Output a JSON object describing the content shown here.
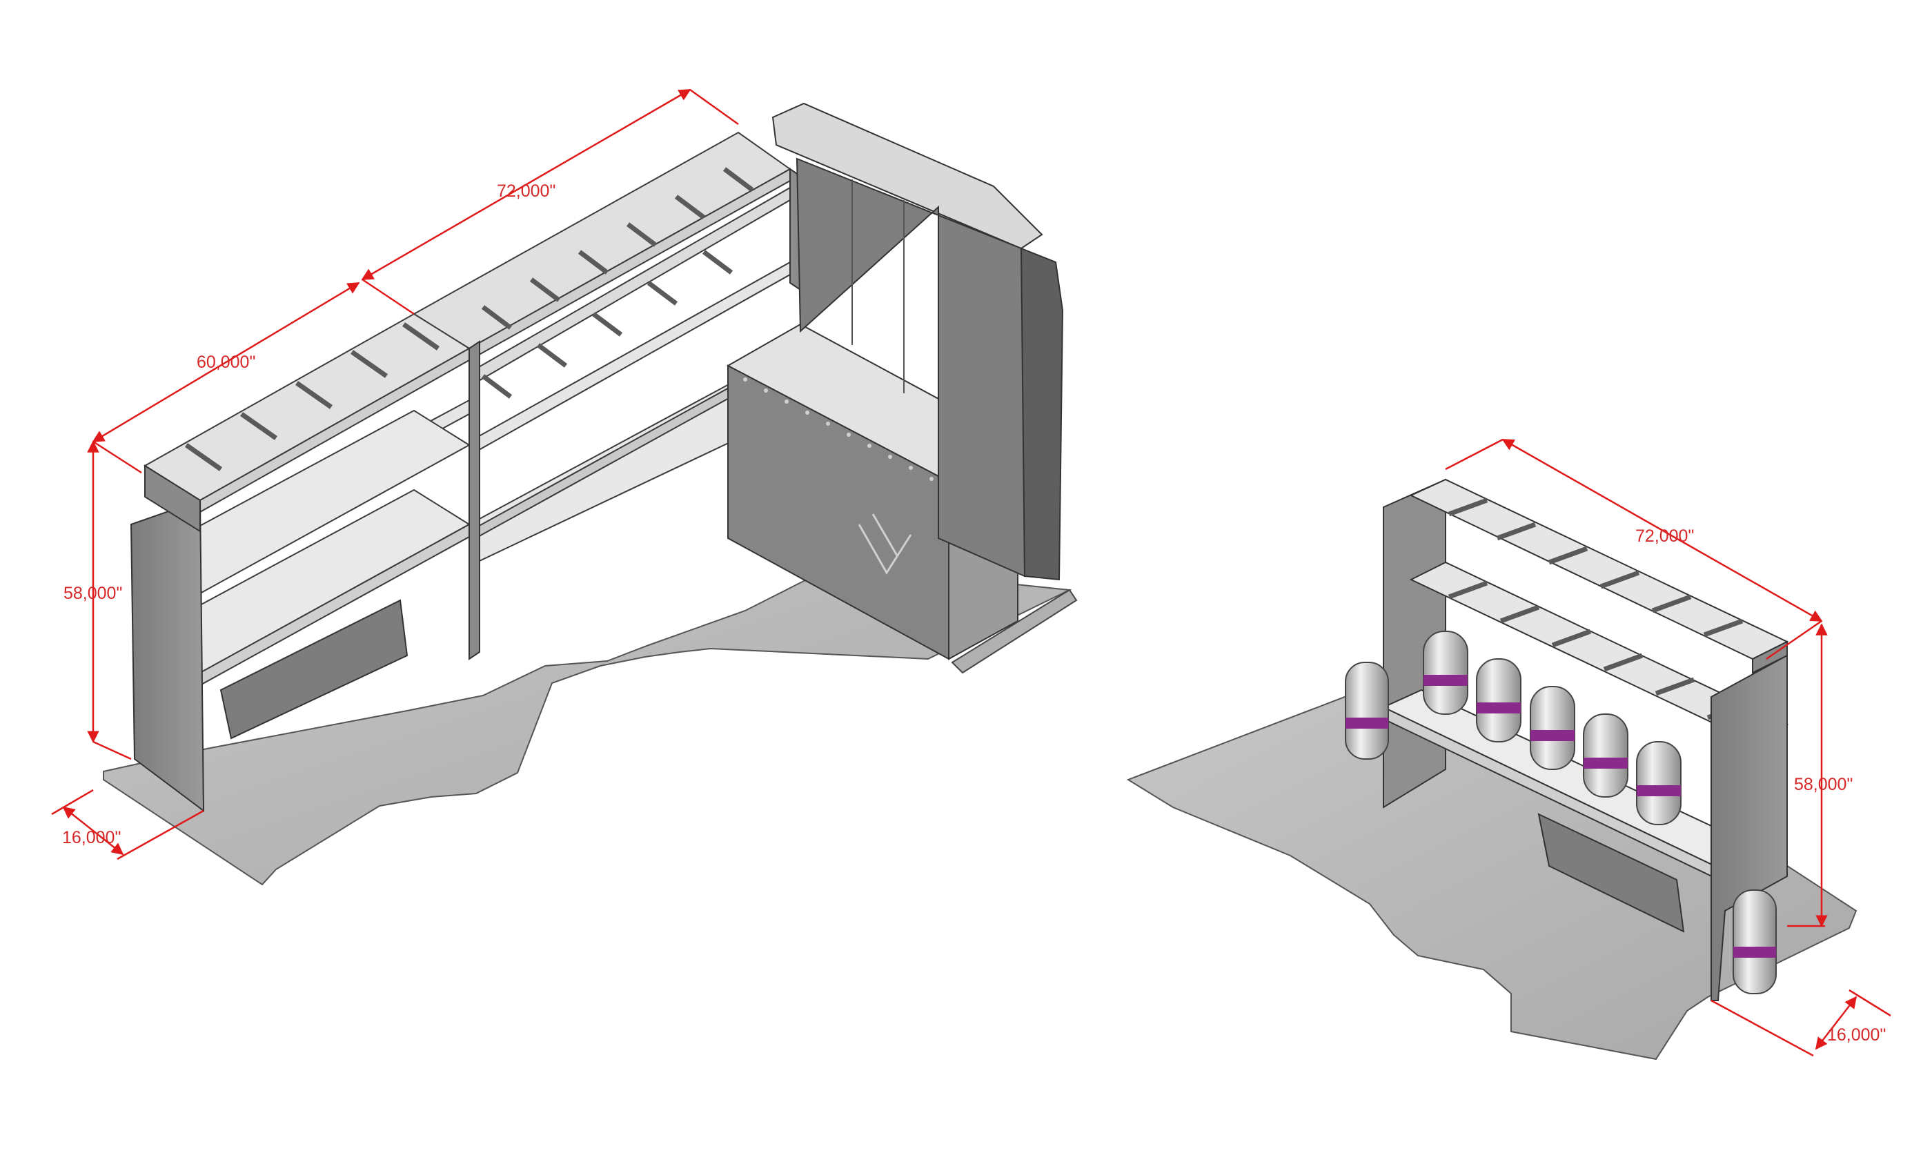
{
  "diagram": {
    "left_assembly": {
      "dimensions": {
        "length_rear": "72,000\"",
        "length_front": "60,000\"",
        "height": "58,000\"",
        "depth": "16,000\""
      }
    },
    "right_assembly": {
      "dimensions": {
        "length": "72,000\"",
        "height": "58,000\"",
        "depth": "16,000\""
      }
    },
    "colors": {
      "dimension": "#e01a1a",
      "metal": "#8f8f8f",
      "shelf_top": "#e4e4e4",
      "floor": "#b5b5b5",
      "tank_band": "#8a2b8a"
    }
  }
}
